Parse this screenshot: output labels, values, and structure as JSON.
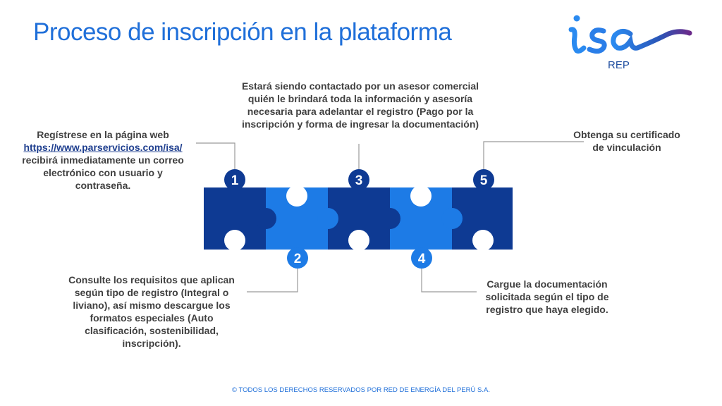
{
  "title": "Proceso de inscripción en la plataforma",
  "logo": {
    "name": "isa",
    "sub": "REP"
  },
  "steps": [
    {
      "number": "1",
      "text_before": "Regístrese en la página web",
      "link": "https://www.parservicios.com/isa/",
      "text_after": "recibirá inmediatamente un correo electrónico con usuario y contraseña."
    },
    {
      "number": "2",
      "text": "Consulte los requisitos que aplican según tipo de registro (Integral o liviano), así mismo descargue los formatos especiales (Auto clasificación, sostenibilidad, inscripción)."
    },
    {
      "number": "3",
      "text": "Estará siendo contactado por un asesor comercial quién le brindará toda la información y asesoría necesaria para adelantar el registro (Pago por la inscripción y forma de ingresar la documentación)"
    },
    {
      "number": "4",
      "text": "Cargue la documentación solicitada según el tipo de registro que haya elegido."
    },
    {
      "number": "5",
      "text": "Obtenga su certificado de vinculación"
    }
  ],
  "footer": "© TODOS LOS DERECHOS RESERVADOS POR RED DE ENERGÍA DEL PERÚ S.A.",
  "colors": {
    "dark_blue": "#0e3a93",
    "light_blue": "#1d7be6",
    "title_blue": "#1f6fd9",
    "connector": "#9a9a9a"
  }
}
